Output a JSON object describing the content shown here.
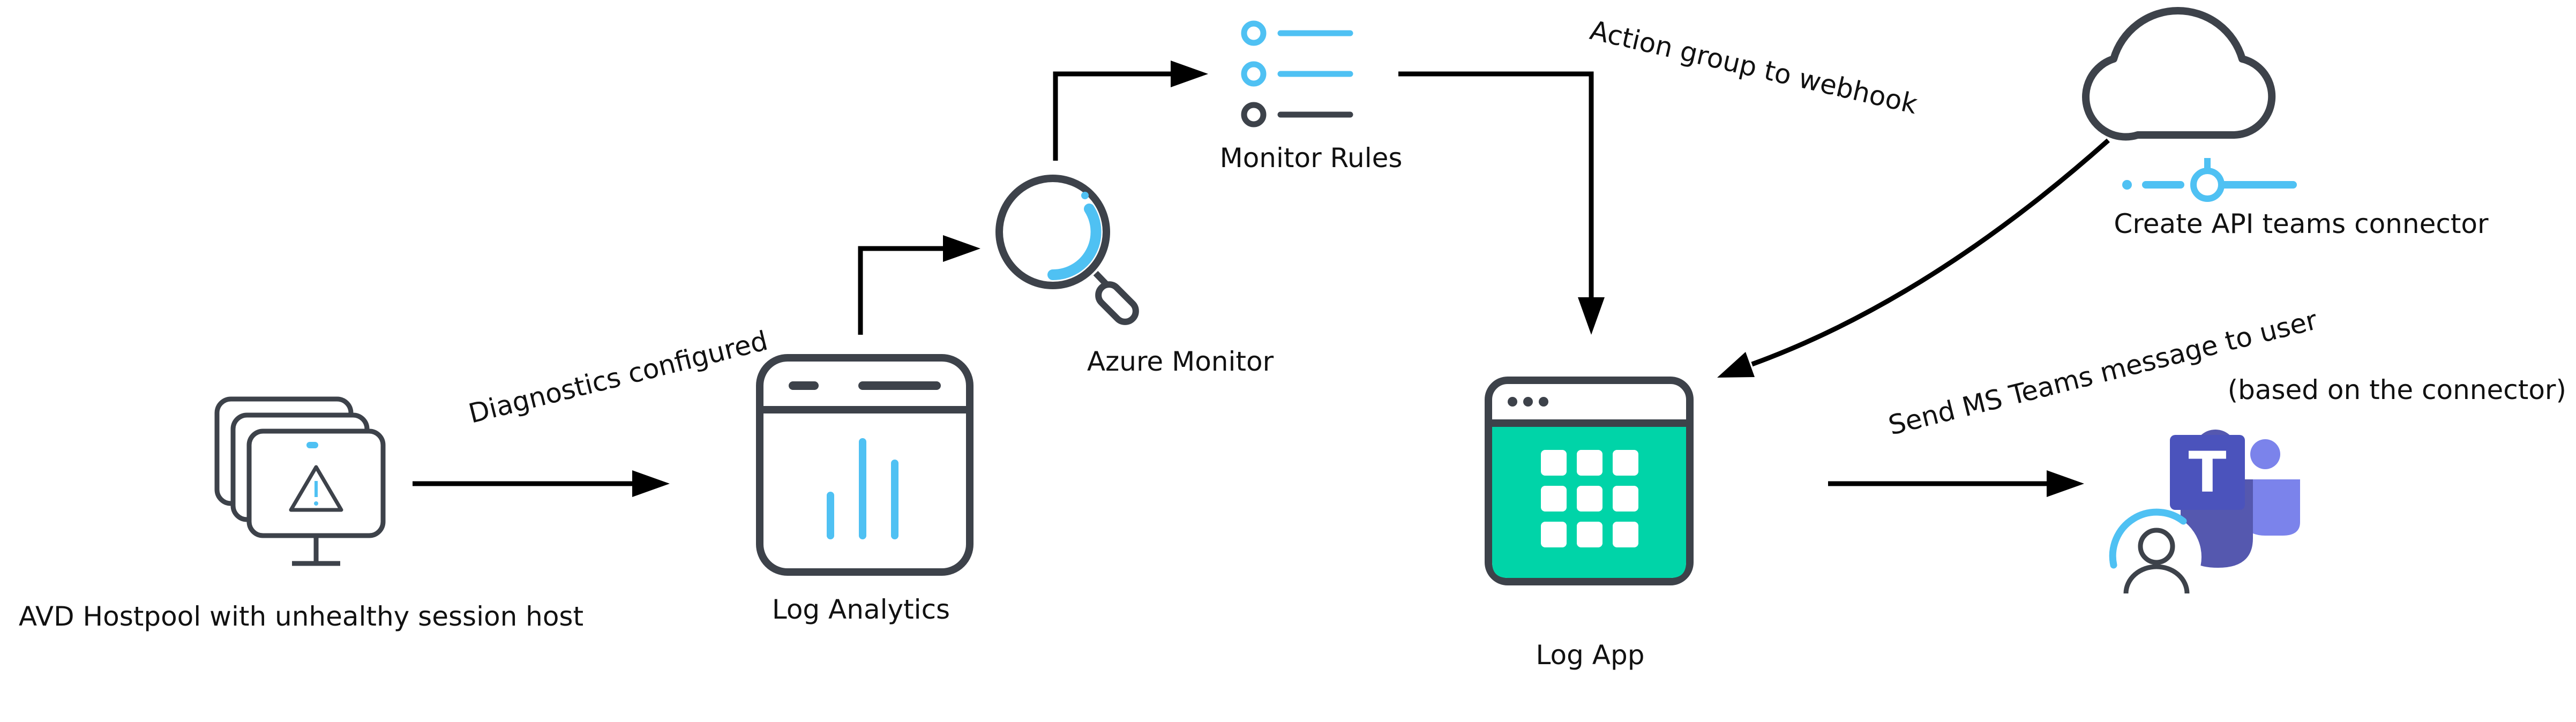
{
  "nodes": {
    "avd": {
      "label": "AVD Hostpool with unhealthy session host"
    },
    "log_analytics": {
      "label": "Log Analytics"
    },
    "azure_monitor": {
      "label": "Azure Monitor"
    },
    "monitor_rules": {
      "label": "Monitor Rules"
    },
    "log_app": {
      "label": "Log App"
    },
    "api_connector": {
      "label": "Create API teams connector"
    },
    "teams": {
      "label": "(based on the connector)"
    }
  },
  "connectors": {
    "diagnostics": "Diagnostics configured",
    "action_group": "Action group to webhook",
    "send_teams": "Send MS Teams message to user"
  },
  "colors": {
    "stroke": "#3d424a",
    "accent": "#4fc1f3",
    "logapp_green": "#00d4a8",
    "teams_purple": "#5558af",
    "teams_purple_light": "#7b83eb"
  }
}
